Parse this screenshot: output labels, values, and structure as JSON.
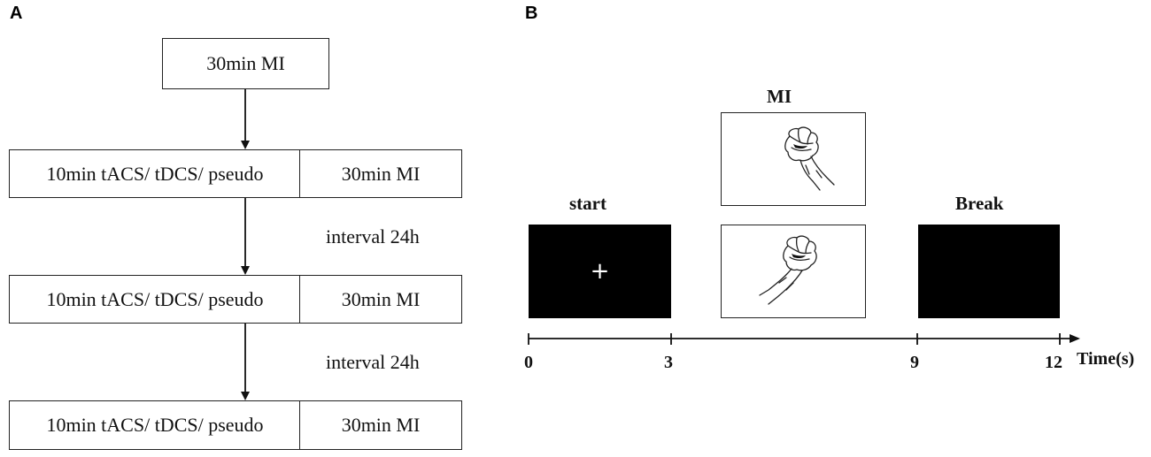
{
  "panel_a": {
    "letter": "A",
    "top_box": "30min MI",
    "sessions": [
      {
        "left": "10min tACS/ tDCS/ pseudo",
        "right": "30min MI"
      },
      {
        "left": "10min tACS/ tDCS/ pseudo",
        "right": "30min MI"
      },
      {
        "left": "10min tACS/ tDCS/ pseudo",
        "right": "30min MI"
      }
    ],
    "intervals": [
      "interval 24h",
      "interval 24h"
    ]
  },
  "panel_b": {
    "letter": "B",
    "labels": {
      "start": "start",
      "mi": "MI",
      "break": "Break"
    },
    "fixation": "+",
    "time_ticks": [
      "0",
      "3",
      "9",
      "12"
    ],
    "time_axis_label": "Time(s)",
    "icons": [
      "fist-hand-icon",
      "fist-hand-icon"
    ]
  }
}
